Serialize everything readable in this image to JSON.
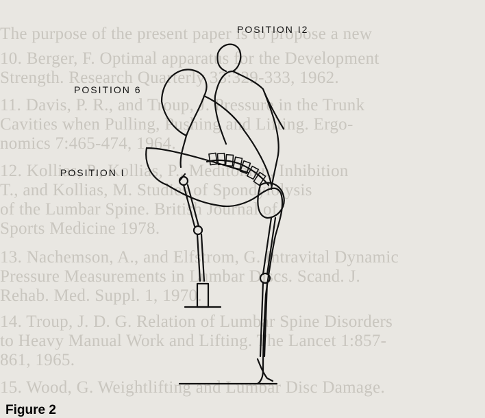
{
  "figure": {
    "title": "Figure 2",
    "labels": {
      "position_12": "POSITION I2",
      "position_6": "POSITION 6",
      "position_1": "POSITION I"
    }
  },
  "bleed_through_lines": [
    "The purpose of the present paper is to propose a new",
    "10. Berger, F. Optimal apparatus for the Development",
    "   Strength. Research Quarterly 33:329-333, 1962.",
    "11. Davis, P. R., and Troup, J. Pressure in the Trunk",
    "   Cavities when Pulling, Pushing and Lifting. Ergo-",
    "   nomics 7:465-474, 1964.",
    "12. Kollias, P., Kollias, P., Meditonian, Inhibition",
    "   T., and Kollias, M. Studies of Spondylolysis",
    "   of the Lumbar Spine. British Journal of",
    "   Sports Medicine 1978.",
    "13. Nachemson, A., and Elfstrom, G. Intravital Dynamic",
    "   Pressure Measurements in Lumbar Discs. Scand. J.",
    "   Rehab. Med. Suppl. 1, 1970.",
    "14. Troup, J. D. G. Relation of Lumbar Spine Disorders",
    "   to Heavy Manual Work and Lifting. The Lancet 1:857-",
    "   861, 1965.",
    "15. Wood, G. Weightlifting and Lumbar Disc Damage."
  ]
}
